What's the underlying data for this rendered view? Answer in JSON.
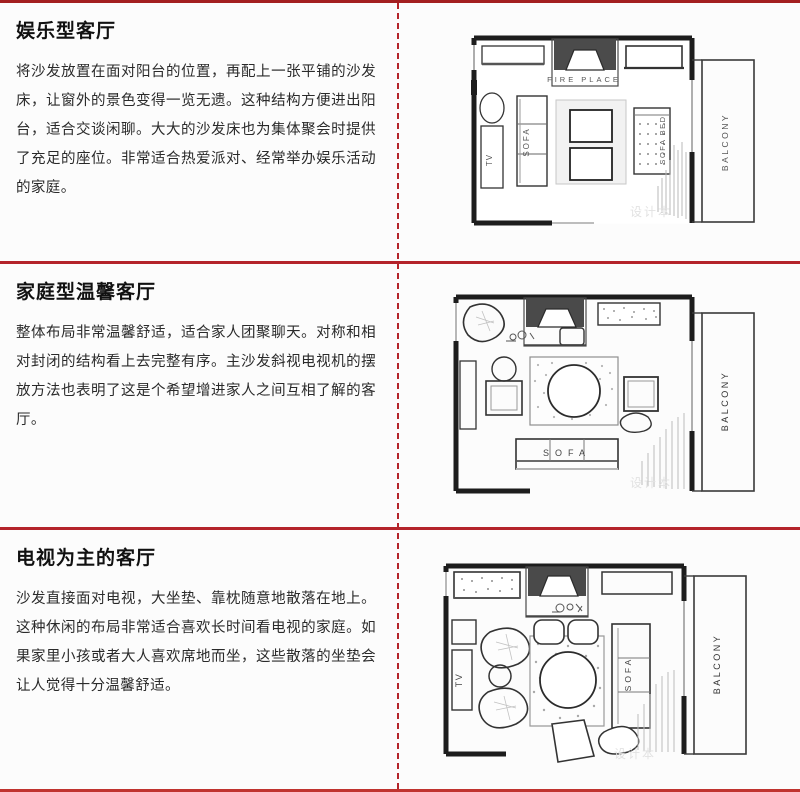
{
  "page": {
    "accent_red": "#b4232a",
    "divider_style": "dashed-vertical"
  },
  "sections": [
    {
      "title": "娱乐型客厅",
      "body": "将沙发放置在面对阳台的位置，再配上一张平铺的沙发床，让窗外的景色变得一览无遗。这种结构方便进出阳台，适合交谈闲聊。大大的沙发床也为集体聚会时提供了充足的座位。非常适合热爱派对、经常举办娱乐活动的家庭。",
      "plan": {
        "labels": {
          "tv": "TV",
          "sofa": "SOFA",
          "sofa_bed": "SOFA BED",
          "fireplace": "FIRE PLACE",
          "balcony": "BALCONY"
        },
        "watermark": "设计本"
      }
    },
    {
      "title": "家庭型温馨客厅",
      "body": "整体布局非常温馨舒适，适合家人团聚聊天。对称和相对封闭的结构看上去完整有序。主沙发斜视电视机的摆放方法也表明了这是个希望增进家人之间互相了解的客厅。",
      "plan": {
        "labels": {
          "sofa": "SOFA",
          "balcony": "BALCONY"
        },
        "watermark": "设计本"
      }
    },
    {
      "title": "电视为主的客厅",
      "body": "沙发直接面对电视，大坐垫、靠枕随意地散落在地上。这种休闲的布局非常适合喜欢长时间看电视的家庭。如果家里小孩或者大人喜欢席地而坐，这些散落的坐垫会让人觉得十分温馨舒适。",
      "plan": {
        "labels": {
          "tv": "TV",
          "sofa": "SOFA",
          "balcony": "BALCONY"
        },
        "watermark": "设计本"
      }
    }
  ]
}
